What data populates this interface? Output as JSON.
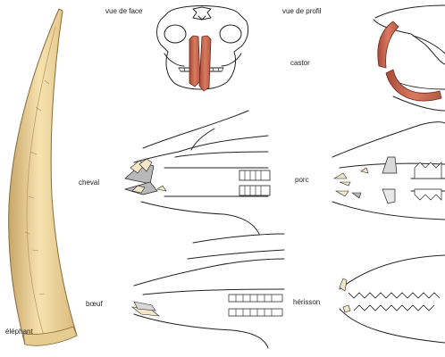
{
  "labels": {
    "front_view": "vue de face",
    "profile_view": "vue de profil",
    "beaver": "castor",
    "horse": "cheval",
    "pig": "porc",
    "ox": "bœuf",
    "hedgehog": "hérisson",
    "elephant": "éléphant"
  },
  "colors": {
    "ivory": "#f0d8a0",
    "ivory_shade": "#c9a768",
    "incisor_red": "#c8654e",
    "tooth_cream": "#f3e7c8",
    "tooth_grey": "#b8b8b8",
    "ink": "#222222"
  }
}
